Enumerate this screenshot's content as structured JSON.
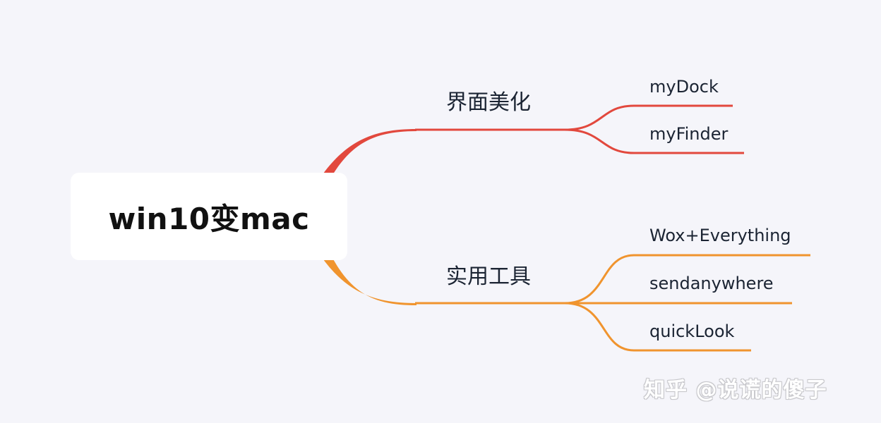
{
  "root": {
    "label": "win10变mac"
  },
  "branches": [
    {
      "label": "界面美化",
      "color": "#e2483d",
      "children": [
        {
          "label": "myDock"
        },
        {
          "label": "myFinder"
        }
      ]
    },
    {
      "label": "实用工具",
      "color": "#f0942e",
      "children": [
        {
          "label": "Wox+Everything"
        },
        {
          "label": "sendanywhere"
        },
        {
          "label": "quickLook"
        }
      ]
    }
  ],
  "watermark": {
    "text": "知乎 @说谎的傻子"
  }
}
